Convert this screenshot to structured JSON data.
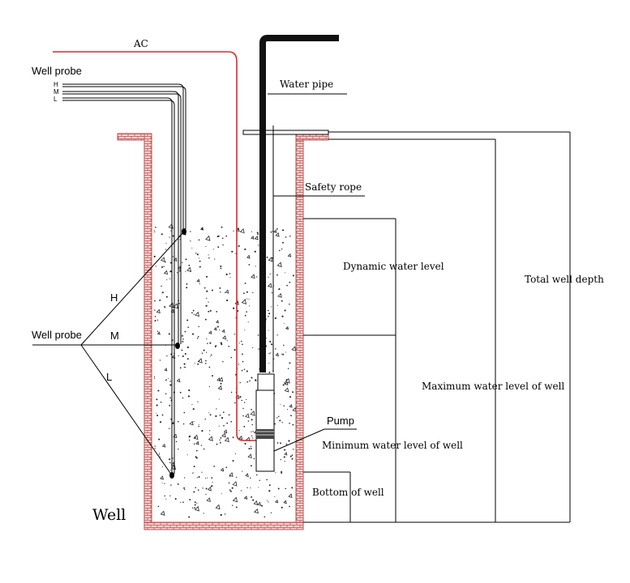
{
  "labels": {
    "ac": "AC",
    "well_probe_top": "Well probe",
    "probe_h_small": "H",
    "probe_m_small": "M",
    "probe_l_small": "L",
    "water_pipe": "Water pipe",
    "safety_rope": "Safety rope",
    "dynamic_water_level": "Dynamic water level",
    "total_well_depth": "Total well depth",
    "maximum_water_level": "Maximum water level of well",
    "pump": "Pump",
    "minimum_water_level": "Minimum water level of well",
    "bottom_of_well": "Bottom of well",
    "well": "Well",
    "well_probe_side": "Well probe",
    "probe_h": "H",
    "probe_m": "M",
    "probe_l": "L"
  },
  "colors": {
    "ac_wire": "#e0262b",
    "brick_fill": "#f6d6d6",
    "brick_line": "#c0504d",
    "pipe": "#111111"
  }
}
